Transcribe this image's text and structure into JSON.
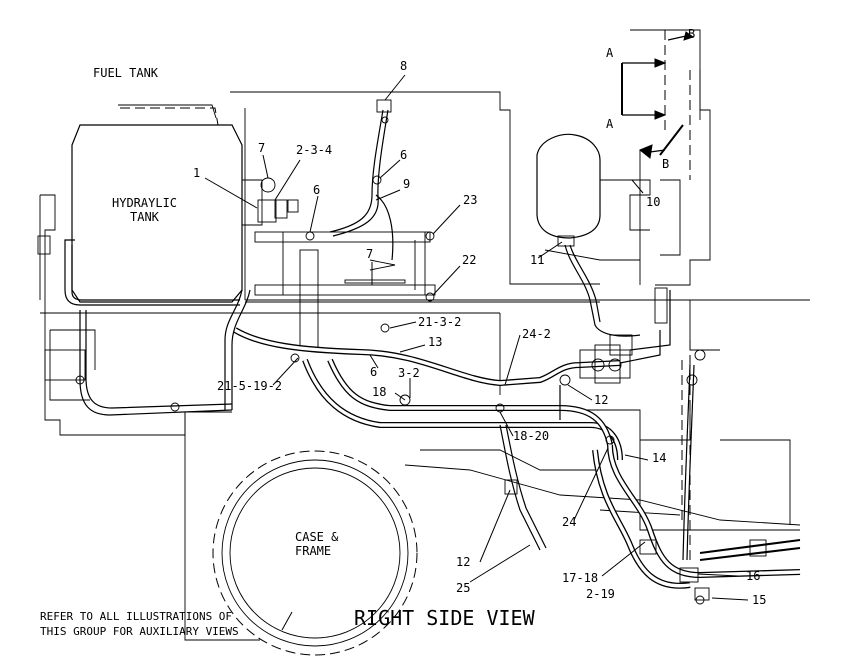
{
  "view_title": "RIGHT SIDE VIEW",
  "note": [
    "REFER TO ALL ILLUSTRATIONS OF",
    "THIS GROUP FOR AUXILIARY VIEWS"
  ],
  "components": {
    "fuel_tank": "FUEL TANK",
    "hydraulic_tank": [
      "HYDRAYLIC",
      "TANK"
    ],
    "case_frame": [
      "CASE &",
      "FRAME"
    ]
  },
  "section_marks": {
    "a_top": "A",
    "a_bottom": "A",
    "b_top": "B",
    "b_bottom": "B"
  },
  "callouts": {
    "c1": "1",
    "c2_3_4": "2-3-4",
    "c7_top": "7",
    "c8": "8",
    "c6_a": "6",
    "c6_b": "6",
    "c9": "9",
    "c23": "23",
    "c7_mid": "7",
    "c22": "22",
    "c21_3_2": "21-3-2",
    "c24_2": "24-2",
    "c13": "13",
    "c6_c": "6",
    "c21_5_19_2": "21-5-19-2",
    "c3_2": "3-2",
    "c18": "18",
    "c12_a": "12",
    "c18_20": "18-20",
    "c14": "14",
    "c24": "24",
    "c12_b": "12",
    "c25": "25",
    "c17_18": "17-18",
    "c2_19": "2-19",
    "c16": "16",
    "c15": "15",
    "c10": "10",
    "c11": "11"
  }
}
